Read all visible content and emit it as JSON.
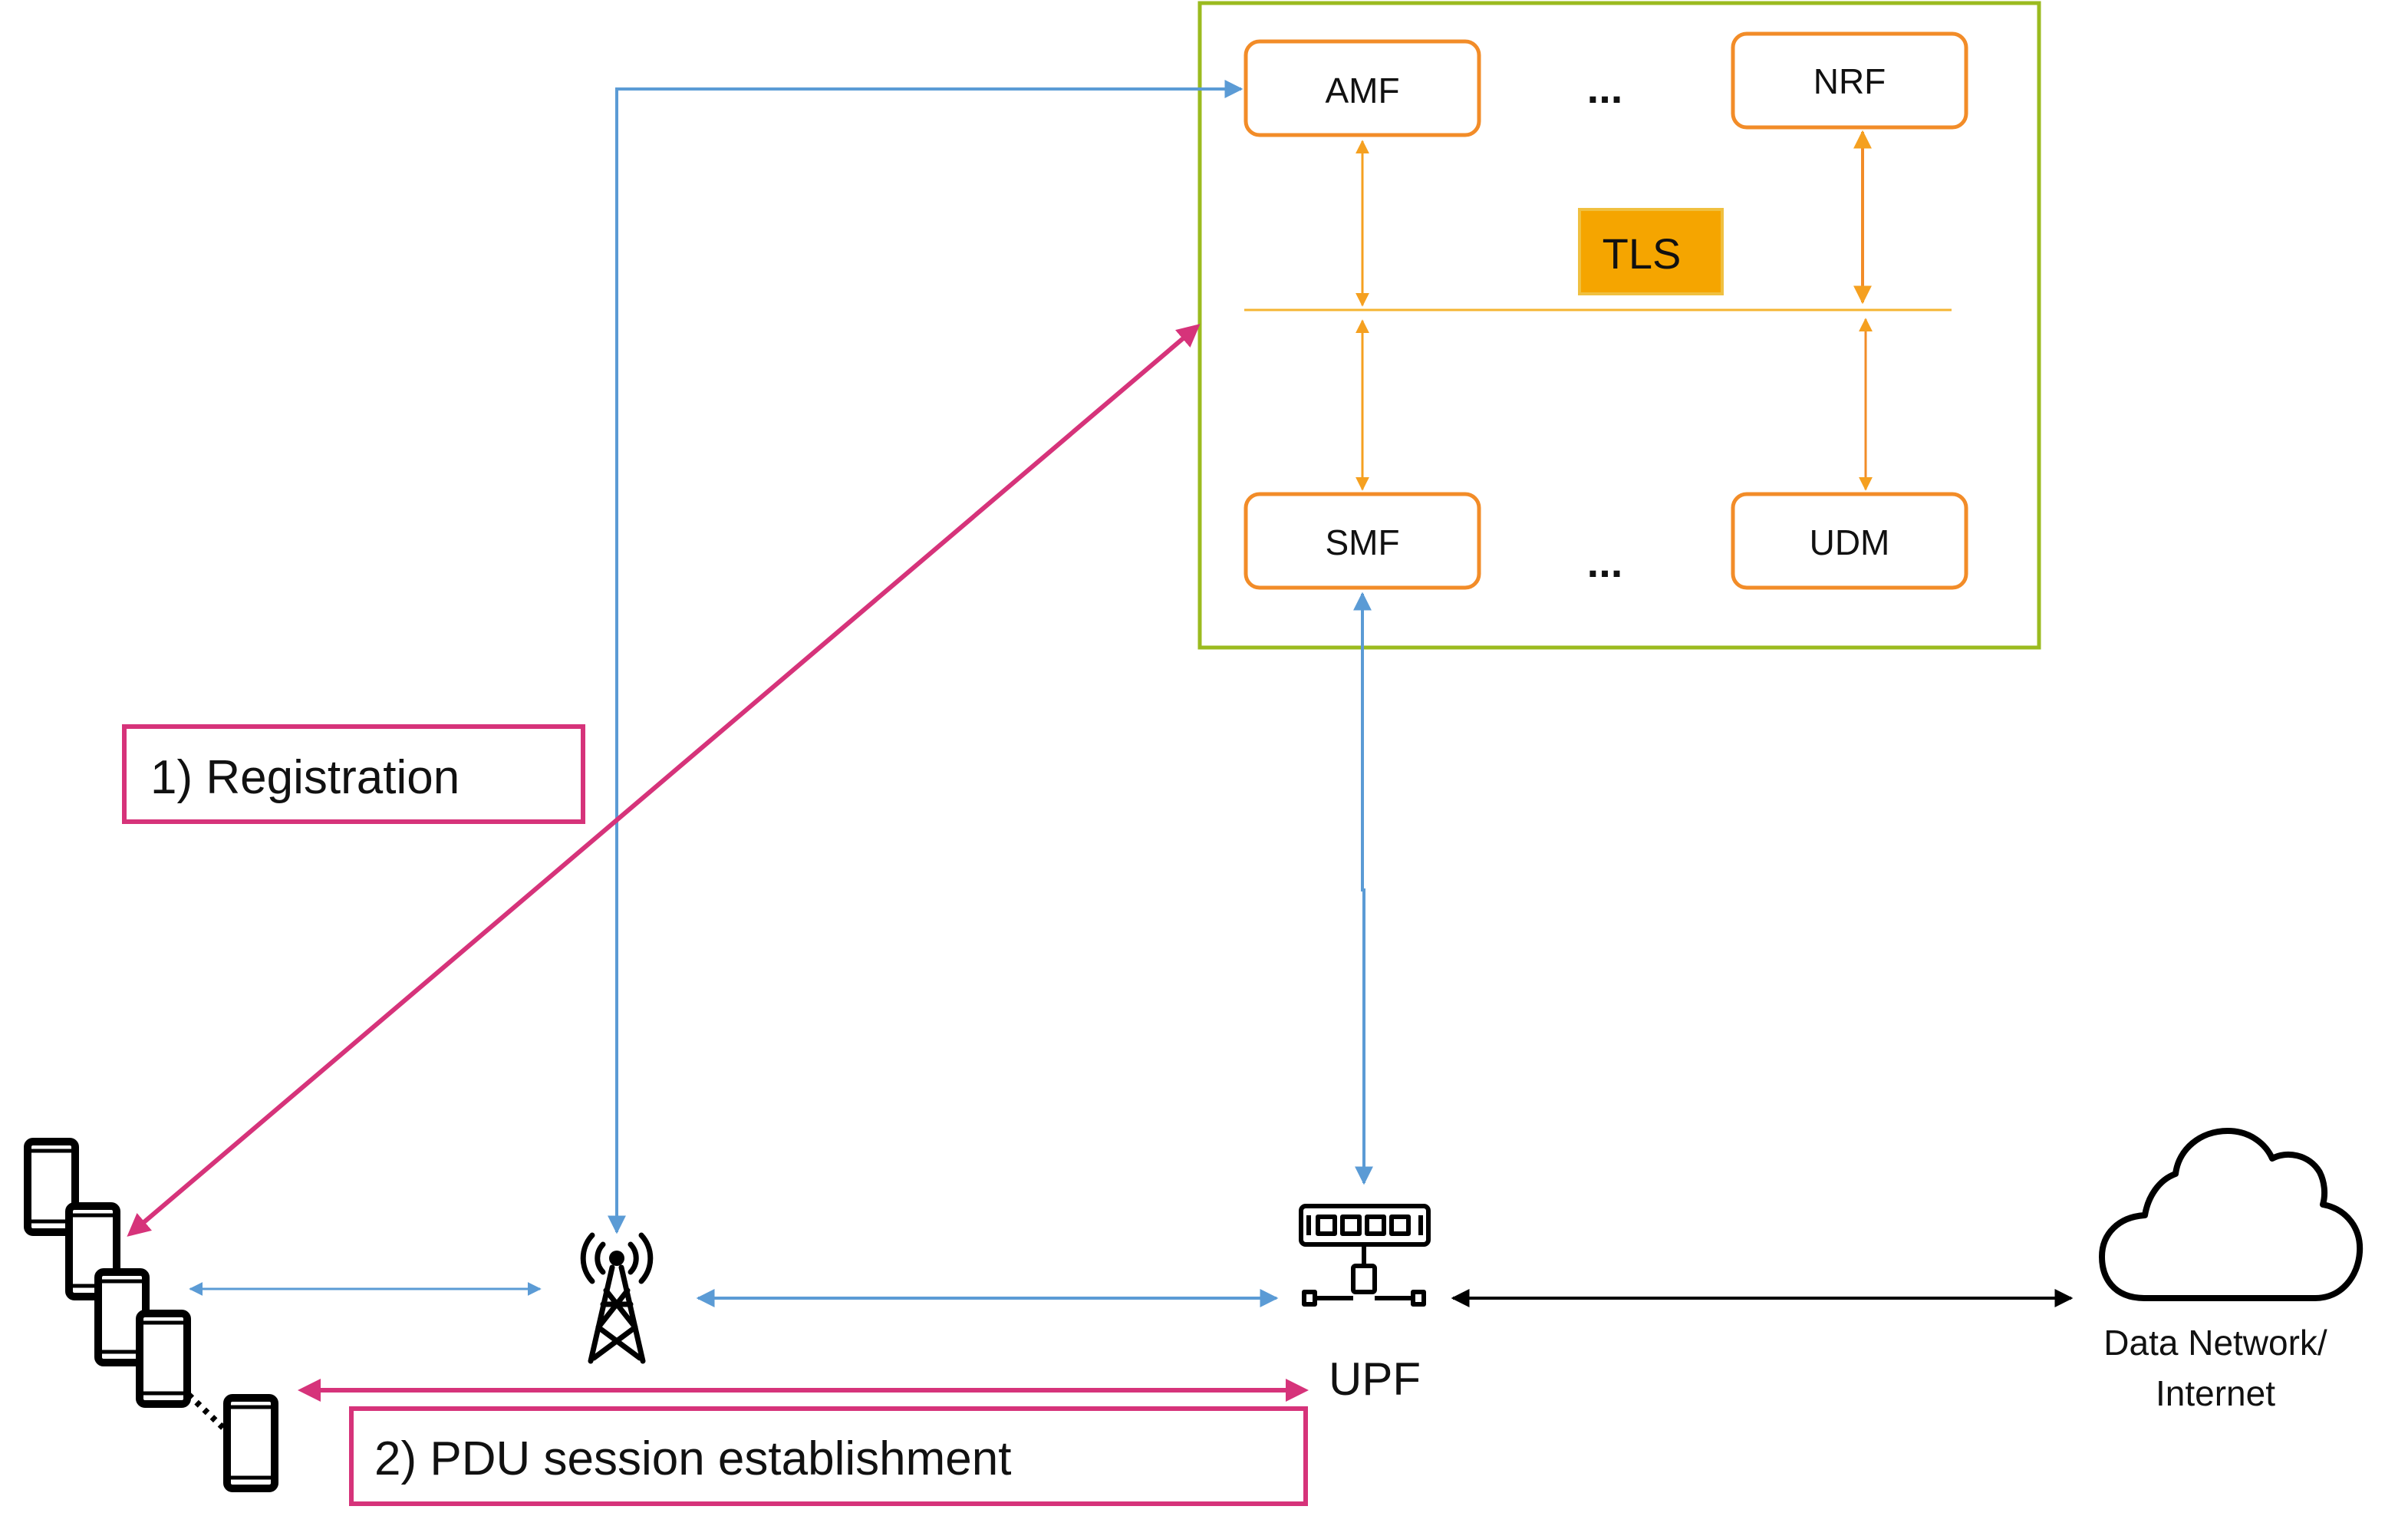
{
  "core": {
    "nf_top_left": "AMF",
    "nf_top_right": "NRF",
    "nf_bottom_left": "SMF",
    "nf_bottom_right": "UDM",
    "ellipsis_top": "...",
    "ellipsis_bottom": "...",
    "tls_label": "TLS"
  },
  "steps": {
    "registration": "1) Registration",
    "pdu_session": "2) PDU session establishment"
  },
  "nodes": {
    "upf_label": "UPF",
    "data_network_line1": "Data Network/",
    "data_network_line2": "Internet"
  },
  "icons": {
    "devices": "smartphone-stack-icon",
    "base_station": "cell-tower-icon",
    "upf": "network-switch-icon",
    "data_network": "cloud-icon"
  },
  "colors": {
    "core_border": "#9bbb1f",
    "nf_border": "#f28c28",
    "tls_fill": "#f5a500",
    "tls_line": "#f5b533",
    "blue_link": "#5b9bd5",
    "magenta_link": "#d6337a",
    "black_link": "#000000"
  }
}
